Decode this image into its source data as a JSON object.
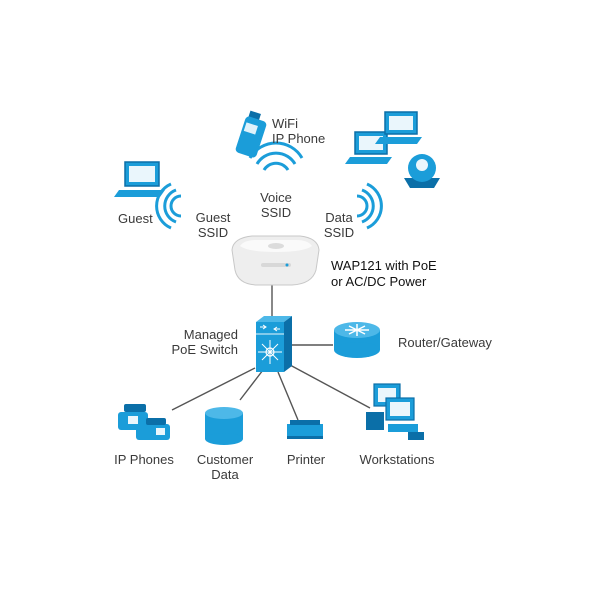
{
  "labels": {
    "wifi_phone_line1": "WiFi",
    "wifi_phone_line2": "IP Phone",
    "voice_ssid_line1": "Voice",
    "voice_ssid_line2": "SSID",
    "guest": "Guest",
    "guest_ssid_line1": "Guest",
    "guest_ssid_line2": "SSID",
    "data_ssid_line1": "Data",
    "data_ssid_line2": "SSID",
    "wap_line1": "WAP121 with PoE",
    "wap_line2": "or AC/DC Power",
    "switch_line1": "Managed",
    "switch_line2": "PoE Switch",
    "router": "Router/Gateway",
    "ip_phones": "IP Phones",
    "customer_data_line1": "Customer",
    "customer_data_line2": "Data",
    "printer": "Printer",
    "workstations": "Workstations"
  },
  "colors": {
    "icon_blue": "#1b9dd9",
    "icon_dark": "#0b6fa8",
    "line": "#555555",
    "device_white": "#f2f2f2"
  }
}
